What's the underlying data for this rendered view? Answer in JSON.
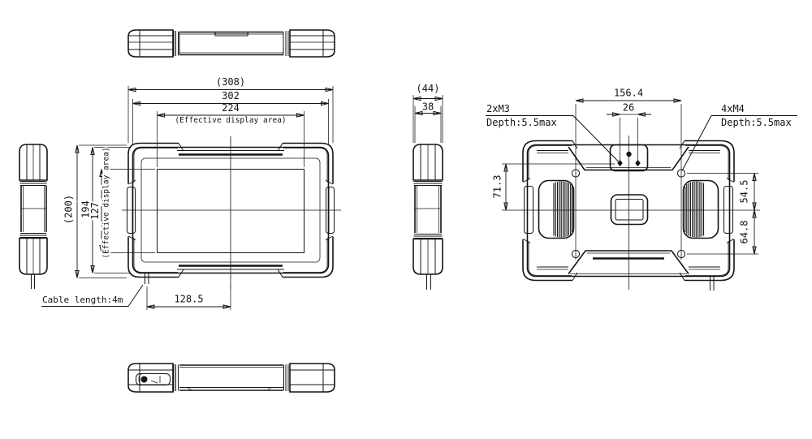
{
  "meta": {
    "background": "#ffffff",
    "line_color": "#141414",
    "drawing_type": "engineering-dimension-drawing"
  },
  "dimensions": {
    "overall_width": "(308)",
    "body_width": "302",
    "display_width": "224",
    "overall_height": "(200)",
    "body_height": "194",
    "display_height": "127",
    "cable_offset": "128.5",
    "depth_overall": "(44)",
    "depth_body": "38",
    "mount_hole_pitch_h": "156.4",
    "m3_hole_pitch": "26",
    "m3_to_centerline": "71.3",
    "top_hole_to_centerline": "54.5",
    "bottom_hole_to_centerline": "64.8"
  },
  "labels": {
    "display_area_note_horizontal": "(Effective display area)",
    "display_area_note_vertical": "(Effective display area)",
    "cable_note": "Cable length:4m",
    "m3_callout_line1": "2xM3",
    "m3_callout_line2": "Depth:5.5max",
    "m4_callout_line1": "4xM4",
    "m4_callout_line2": "Depth:5.5max"
  }
}
